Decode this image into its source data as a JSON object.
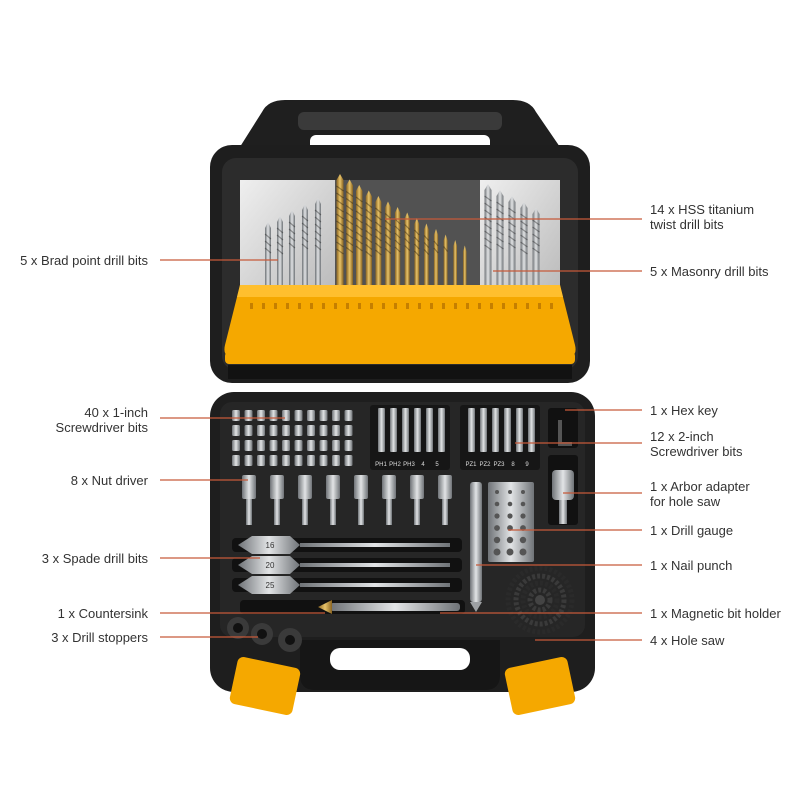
{
  "colors": {
    "case_dark": "#1e1e1e",
    "case_mid": "#2c2c2c",
    "accent_yellow": "#f5a800",
    "leader_line": "#c65a3a",
    "label_text": "#333333",
    "silver": "#b9bcbf",
    "gold": "#c89a3a"
  },
  "callouts": {
    "brad_point": {
      "lines": [
        "5 x Brad point drill bits"
      ],
      "icon": "brad-point-drill-bit-icon"
    },
    "hss_titanium": {
      "lines": [
        "14 x HSS titanium",
        "twist drill bits"
      ],
      "icon": "twist-drill-bit-icon"
    },
    "masonry": {
      "lines": [
        "5 x Masonry drill bits"
      ],
      "icon": "masonry-drill-bit-icon"
    },
    "screwdriver_1in": {
      "lines": [
        "40 x 1-inch",
        "Screwdriver bits"
      ],
      "icon": "screwdriver-bit-icon"
    },
    "hex_key": {
      "lines": [
        "1 x Hex key"
      ],
      "icon": "hex-key-icon"
    },
    "screwdriver_2in": {
      "lines": [
        "12 x 2-inch",
        "Screwdriver bits"
      ],
      "icon": "screwdriver-bit-icon"
    },
    "nut_driver": {
      "lines": [
        "8 x Nut driver"
      ],
      "icon": "nut-driver-icon"
    },
    "arbor_adapter": {
      "lines": [
        "1 x Arbor adapter",
        "for hole saw"
      ],
      "icon": "arbor-adapter-icon"
    },
    "drill_gauge": {
      "lines": [
        "1 x Drill gauge"
      ],
      "icon": "drill-gauge-icon"
    },
    "spade": {
      "lines": [
        "3 x Spade drill bits"
      ],
      "icon": "spade-bit-icon"
    },
    "nail_punch": {
      "lines": [
        "1 x Nail punch"
      ],
      "icon": "nail-punch-icon"
    },
    "countersink": {
      "lines": [
        "1 x Countersink"
      ],
      "icon": "countersink-icon"
    },
    "magnetic_holder": {
      "lines": [
        "1 x Magnetic bit holder"
      ],
      "icon": "magnetic-bit-holder-icon"
    },
    "drill_stoppers": {
      "lines": [
        "3 x Drill stoppers"
      ],
      "icon": "drill-stopper-icon"
    },
    "hole_saw": {
      "lines": [
        "4 x Hole saw"
      ],
      "icon": "hole-saw-icon"
    }
  },
  "markings": {
    "bit_tips_left": [
      "PH1",
      "PH2",
      "PH3",
      "4",
      "5"
    ],
    "bit_tips_right": [
      "PZ1",
      "PZ2",
      "PZ3",
      "8",
      "9"
    ],
    "spade_sizes": [
      "16",
      "20",
      "25"
    ]
  }
}
